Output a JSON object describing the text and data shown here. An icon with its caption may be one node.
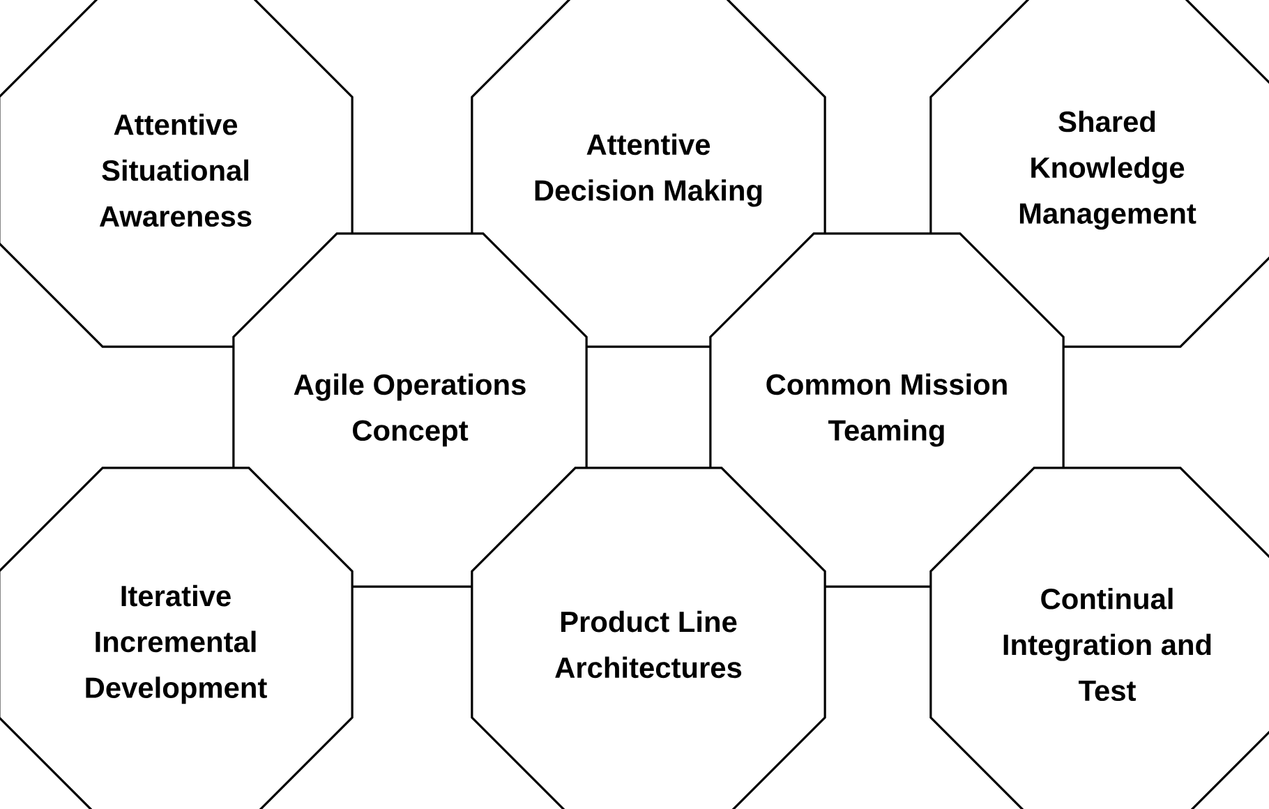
{
  "diagram": {
    "nodes": [
      {
        "text": [
          "Attentive Situational Awareness"
        ]
      },
      {
        "text": [
          "Attentive Decision Making"
        ]
      },
      {
        "text": [
          "Shared Knowledge Management"
        ]
      },
      {
        "text": [
          "Agile Operations Concept"
        ]
      },
      {
        "text": [
          "Common Mission Teaming"
        ]
      },
      {
        "text": [
          "Iterative Incremental Development"
        ]
      },
      {
        "text": [
          "Product Line Architectures"
        ]
      },
      {
        "text": [
          "Continual Integration and Test"
        ]
      }
    ]
  }
}
